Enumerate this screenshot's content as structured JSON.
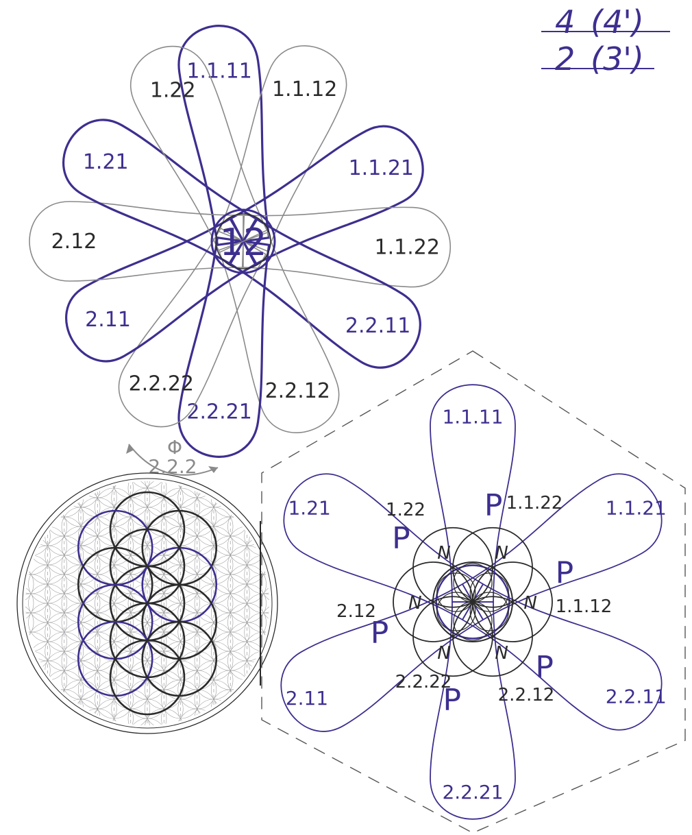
{
  "colors": {
    "purple": "#3d2f8f",
    "dark": "#2a2a2a",
    "gray": "#8a8a8a",
    "light": "#bdbdbd",
    "paper": "#ffffff"
  },
  "corner_table": {
    "row1_left": "4",
    "row1_right": "(4')",
    "row2_left": "2",
    "row2_right": "(3')"
  },
  "flower_top": {
    "center_label": "12",
    "petals": [
      {
        "label": "1.1.11",
        "tone": "purple"
      },
      {
        "label": "1.1.12",
        "tone": "gray"
      },
      {
        "label": "1.1.21",
        "tone": "purple"
      },
      {
        "label": "1.1.22",
        "tone": "gray"
      },
      {
        "label": "2.2.11",
        "tone": "purple"
      },
      {
        "label": "2.2.12",
        "tone": "gray"
      },
      {
        "label": "2.2.21",
        "tone": "purple"
      },
      {
        "label": "2.2.22",
        "tone": "gray"
      },
      {
        "label": "2.11",
        "tone": "purple"
      },
      {
        "label": "2.12",
        "tone": "gray"
      },
      {
        "label": "1.21",
        "tone": "purple"
      },
      {
        "label": "1.22",
        "tone": "gray"
      }
    ],
    "note_symbol": "Φ",
    "note_label": "2.2.2"
  },
  "flower_of_life": {},
  "hexagon_flower": {
    "petals": [
      {
        "label": "1.1.11",
        "p": "P"
      },
      {
        "label": "1.1.21",
        "p": "P"
      },
      {
        "label": "2.2.11",
        "p": "P"
      },
      {
        "label": "2.2.21",
        "p": "P"
      },
      {
        "label": "2.11",
        "p": "P"
      },
      {
        "label": "1.21",
        "p": "P"
      }
    ],
    "n_circles": [
      {
        "label": "1.1.22",
        "n": "N"
      },
      {
        "label": "1.1.12",
        "n": "N"
      },
      {
        "label": "2.2.12",
        "n": "N"
      },
      {
        "label": "2.2.22",
        "n": "N"
      },
      {
        "label": "2.12",
        "n": "N"
      },
      {
        "label": "1.22",
        "n": "N"
      }
    ]
  }
}
